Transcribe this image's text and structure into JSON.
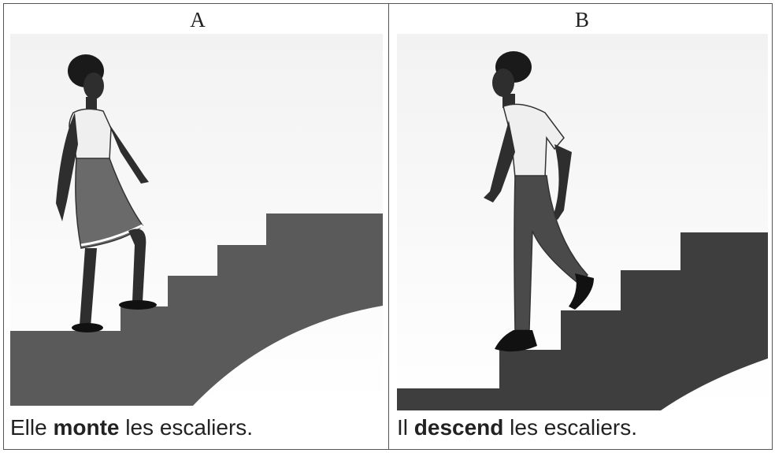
{
  "panels": [
    {
      "label": "A",
      "caption": {
        "prefix": "Elle ",
        "verb": "monte",
        "suffix": " les escaliers."
      }
    },
    {
      "label": "B",
      "caption": {
        "prefix": "Il ",
        "verb": "descend",
        "suffix": " les escaliers."
      }
    }
  ],
  "colors": {
    "stairs_a": "#5a5a5a",
    "stairs_b": "#3e3e3e",
    "skin": "#2e2e2e",
    "text": "#222222"
  }
}
